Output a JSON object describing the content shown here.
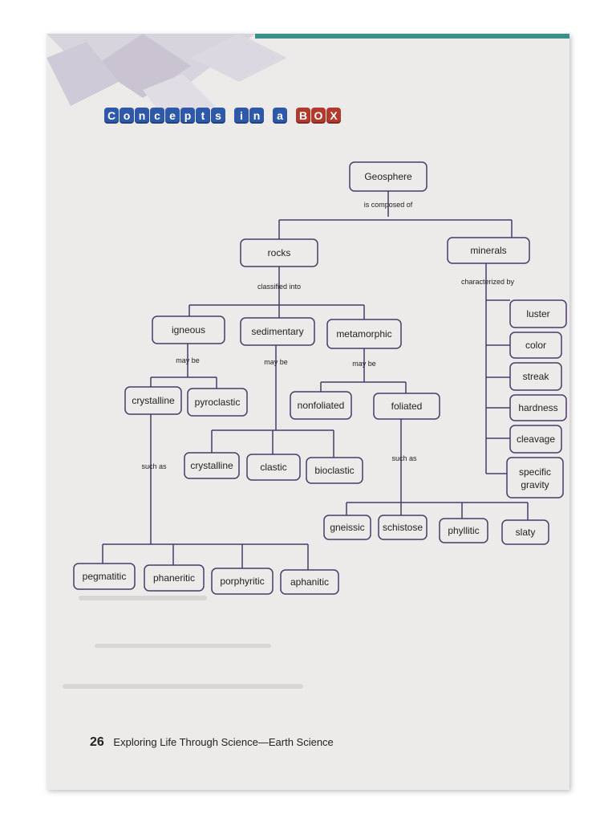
{
  "header": {
    "title_words": [
      "Concepts",
      "in",
      "a",
      "BOX"
    ]
  },
  "diagram": {
    "root": "Geosphere",
    "root_link": "is composed of",
    "rocks": "rocks",
    "minerals": "minerals",
    "rocks_link": "classified into",
    "minerals_link": "characterized by",
    "igneous": "igneous",
    "sedimentary": "sedimentary",
    "metamorphic": "metamorphic",
    "igneous_link": "may be",
    "sedimentary_link": "may be",
    "metamorphic_link": "may be",
    "crystalline": "crystalline",
    "pyroclastic": "pyroclastic",
    "nonfoliated": "nonfoliated",
    "foliated": "foliated",
    "sed_crystalline": "crystalline",
    "clastic": "clastic",
    "bioclastic": "bioclastic",
    "crystalline_link": "such as",
    "foliated_link": "such as",
    "gneissic": "gneissic",
    "schistose": "schistose",
    "phyllitic": "phyllitic",
    "slaty": "slaty",
    "pegmatitic": "pegmatitic",
    "phaneritic": "phaneritic",
    "porphyritic": "porphyritic",
    "aphanitic": "aphanitic",
    "luster": "luster",
    "color": "color",
    "streak": "streak",
    "hardness": "hardness",
    "cleavage": "cleavage",
    "specific_gravity_1": "specific",
    "specific_gravity_2": "gravity"
  },
  "footer": {
    "page_number": "26",
    "book_title": "Exploring Life Through Science—Earth Science"
  },
  "colors": {
    "box_stroke": "#4a3a6a",
    "title_blue": "#2e58a8",
    "title_red": "#b23a2c"
  }
}
